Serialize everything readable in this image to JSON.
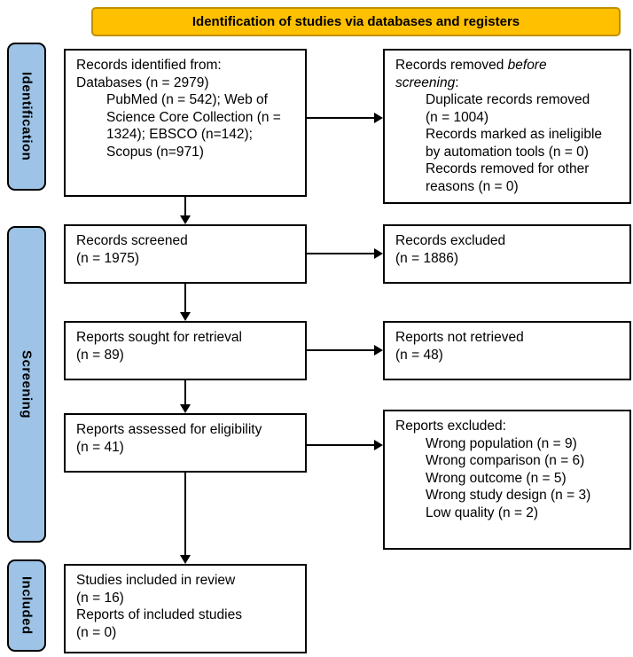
{
  "header": {
    "title": "Identification of studies via databases and registers",
    "fill_color": "#FFC000",
    "border_color": "#BF9000"
  },
  "sidebar": {
    "fill_color": "#9DC3E6",
    "stages": [
      {
        "label": "Identification"
      },
      {
        "label": "Screening"
      },
      {
        "label": "Included"
      }
    ]
  },
  "boxes": {
    "records_identified": {
      "lines": [
        {
          "text": "Records identified from:",
          "indent": 0
        },
        {
          "text": "Databases (n = 2979)",
          "indent": 0
        },
        {
          "text": "PubMed (n = 542); Web of",
          "indent": 1
        },
        {
          "text": "Science Core Collection (n =",
          "indent": 1
        },
        {
          "text": "1324); EBSCO (n=142);",
          "indent": 1
        },
        {
          "text": "Scopus (n=971)",
          "indent": 1
        }
      ]
    },
    "records_removed": {
      "lines": [
        {
          "pre": "Records removed ",
          "italic": "before",
          "post": "",
          "indent": 0
        },
        {
          "pre": "",
          "italic": "screening",
          "post": ":",
          "indent": 0
        },
        {
          "text": "Duplicate records removed",
          "indent": 1
        },
        {
          "text": "(n = 1004)",
          "indent": 1
        },
        {
          "text": "Records marked as ineligible",
          "indent": 1
        },
        {
          "text": "by automation tools (n = 0)",
          "indent": 1
        },
        {
          "text": "Records removed for other",
          "indent": 1
        },
        {
          "text": "reasons (n = 0)",
          "indent": 1
        }
      ]
    },
    "records_screened": {
      "lines": [
        {
          "text": "Records screened",
          "indent": 0
        },
        {
          "text": "(n = 1975)",
          "indent": 0
        }
      ]
    },
    "records_excluded": {
      "lines": [
        {
          "text": "Records excluded",
          "indent": 0
        },
        {
          "text": "(n = 1886)",
          "indent": 0
        }
      ]
    },
    "reports_sought": {
      "lines": [
        {
          "text": "Reports sought for retrieval",
          "indent": 0
        },
        {
          "text": "(n = 89)",
          "indent": 0
        }
      ]
    },
    "reports_not_retrieved": {
      "lines": [
        {
          "text": "Reports not retrieved",
          "indent": 0
        },
        {
          "text": "(n = 48)",
          "indent": 0
        }
      ]
    },
    "reports_assessed": {
      "lines": [
        {
          "text": "Reports assessed for eligibility",
          "indent": 0
        },
        {
          "text": "(n = 41)",
          "indent": 0
        }
      ]
    },
    "reports_excluded": {
      "lines": [
        {
          "text": "Reports excluded:",
          "indent": 0
        },
        {
          "text": "Wrong population (n = 9)",
          "indent": 1
        },
        {
          "text": "Wrong comparison (n = 6)",
          "indent": 1
        },
        {
          "text": "Wrong outcome (n = 5)",
          "indent": 1
        },
        {
          "text": "Wrong study design (n = 3)",
          "indent": 1
        },
        {
          "text": "Low quality (n = 2)",
          "indent": 1
        }
      ]
    },
    "studies_included": {
      "lines": [
        {
          "text": "Studies included in review",
          "indent": 0
        },
        {
          "text": "(n = 16)",
          "indent": 0
        },
        {
          "text": "Reports of included studies",
          "indent": 0
        },
        {
          "text": "(n = 0)",
          "indent": 0
        }
      ]
    }
  }
}
